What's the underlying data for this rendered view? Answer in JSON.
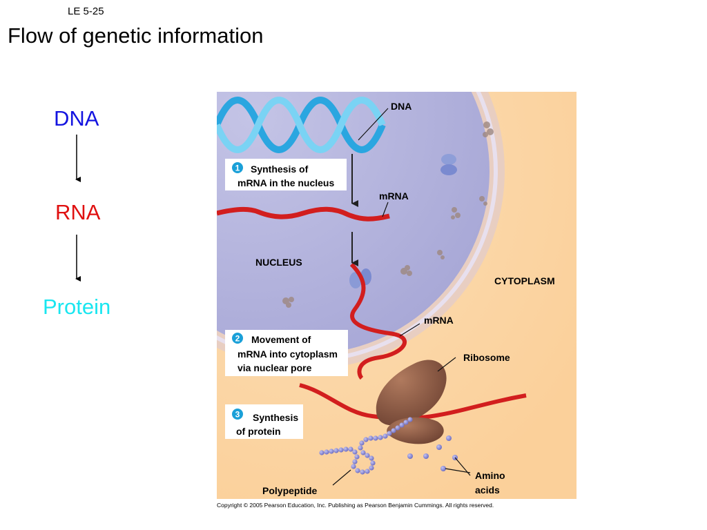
{
  "slide": {
    "code": "LE 5-25",
    "title": "Flow of genetic information"
  },
  "flow": {
    "dna": "DNA",
    "rna": "RNA",
    "protein": "Protein",
    "colors": {
      "dna": "#1414e0",
      "rna": "#e01010",
      "protein": "#19e6f0"
    }
  },
  "figure": {
    "labels": {
      "dna": "DNA",
      "mrna_nucleus": "mRNA",
      "nucleus": "NUCLEUS",
      "cytoplasm": "CYTOPLASM",
      "mrna_cytoplasm": "mRNA",
      "ribosome": "Ribosome",
      "amino_line1": "Amino",
      "amino_line2": "acids",
      "polypeptide": "Polypeptide"
    },
    "steps": [
      {
        "number": "1",
        "line1": "Synthesis of",
        "line2": "mRNA in the nucleus"
      },
      {
        "number": "2",
        "line1": "Movement of",
        "line2": "mRNA into cytoplasm",
        "line3": "via nuclear pore"
      },
      {
        "number": "3",
        "line1": "Synthesis",
        "line2": "of protein"
      }
    ],
    "colors": {
      "cytoplasm": "#fbd7a8",
      "nucleus": "#b4b4dc",
      "mrna": "#d61f1f",
      "ribosome": "#8a5a44",
      "amino": "#8a8ad6",
      "badge": "#1aa0d8"
    }
  },
  "copyright": "Copyright © 2005 Pearson Education, Inc. Publishing as Pearson Benjamin Cummings. All rights reserved."
}
